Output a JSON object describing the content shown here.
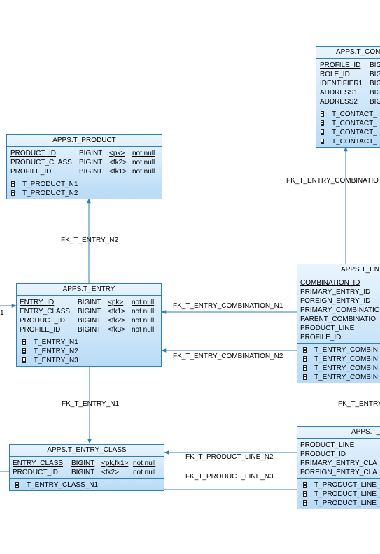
{
  "entities": {
    "contact": {
      "title": "APPS.T_CON",
      "columns": [
        {
          "name": "PROFILE_ID",
          "type": "BIG",
          "pk": true
        },
        {
          "name": "ROLE_ID",
          "type": "BIG"
        },
        {
          "name": "IDENTIFIER1",
          "type": "BIG"
        },
        {
          "name": "ADDRESS1",
          "type": "BIG"
        },
        {
          "name": "ADDRESS2",
          "type": "BIG"
        }
      ],
      "indexes": [
        "T_CONTACT_",
        "T_CONTACT_",
        "T_CONTACT_",
        "T_CONTACT_"
      ]
    },
    "product": {
      "title": "APPS.T_PRODUCT",
      "columns": [
        {
          "name": "PRODUCT_ID",
          "type": "BIGINT",
          "key": "<pk>",
          "null": "not null",
          "pk": true
        },
        {
          "name": "PRODUCT_CLASS",
          "type": "BIGINT",
          "key": "<fk2>",
          "null": "not null"
        },
        {
          "name": "PROFILE_ID",
          "type": "BIGINT",
          "key": "<fk1>",
          "null": "not null"
        }
      ],
      "indexes": [
        "T_PRODUCT_N1",
        "T_PRODUCT_N2"
      ]
    },
    "entry": {
      "title": "APPS.T_ENTRY",
      "columns": [
        {
          "name": "ENTRY_ID",
          "type": "BIGINT",
          "key": "<pk>",
          "null": "not null",
          "pk": true
        },
        {
          "name": "ENTRY_CLASS",
          "type": "BIGINT",
          "key": "<fk1>",
          "null": "not null"
        },
        {
          "name": "PRODUCT_ID",
          "type": "BIGINT",
          "key": "<fk2>",
          "null": "not null"
        },
        {
          "name": "PROFILE_ID",
          "type": "BIGINT",
          "key": "<fk3>",
          "null": "not null"
        }
      ],
      "indexes": [
        "T_ENTRY_N1",
        "T_ENTRY_N2",
        "T_ENTRY_N3"
      ]
    },
    "entry_class": {
      "title": "APPS.T_ENTRY_CLASS",
      "columns": [
        {
          "name": "ENTRY_CLASS",
          "type": "BIGINT",
          "key": "<pk,fk1>",
          "null": "not null",
          "pk": true
        },
        {
          "name": "PRODUCT_ID",
          "type": "BIGINT",
          "key": "<fk2>",
          "null": "not null"
        }
      ],
      "indexes": [
        "T_ENTRY_CLASS_N1"
      ]
    },
    "entry_combination": {
      "title": "APPS.T_EN",
      "columns": [
        {
          "name": "COMBINATION_ID",
          "pk": true
        },
        {
          "name": "PRIMARY_ENTRY_ID"
        },
        {
          "name": "FOREIGN_ENTRY_ID"
        },
        {
          "name": "PRIMARY_COMBINATIO"
        },
        {
          "name": "PARENT_COMBINATIO"
        },
        {
          "name": "PRODUCT_LINE"
        },
        {
          "name": "PROFILE_ID"
        }
      ],
      "indexes": [
        "T_ENTRY_COMBIN",
        "T_ENTRY_COMBIN",
        "T_ENTRY_COMBIN",
        "T_ENTRY_COMBIN"
      ]
    },
    "product_line": {
      "title": "APPS.T_",
      "columns": [
        {
          "name": "PRODUCT_LINE",
          "pk": true
        },
        {
          "name": "PRODUCT_ID"
        },
        {
          "name": "PRIMARY_ENTRY_CLA"
        },
        {
          "name": "FOREIGN_ENTRY_CLA"
        }
      ],
      "indexes": [
        "T_PRODUCT_LINE_",
        "T_PRODUCT_LINE_",
        "T_PRODUCT_LINE_"
      ]
    }
  },
  "relationships": {
    "fk_t_entry_combination_top": "FK_T_ENTRY_COMBINATIO",
    "fk_t_entry_n2": "FK_T_ENTRY_N2",
    "fk_t_entry_combination_n1": "FK_T_ENTRY_COMBINATION_N1",
    "fk_t_entry_combination_n2": "FK_T_ENTRY_COMBINATION_N2",
    "fk_t_entry_n1": "FK_T_ENTRY_N1",
    "fk_t_entry_right": "FK_T_ENTRY",
    "fk_t_product_line_n2": "FK_T_PRODUCT_LINE_N2",
    "fk_t_product_line_n3": "FK_T_PRODUCT_LINE_N3",
    "left_edge_label": "1"
  },
  "colors": {
    "line": "#2f7fb0",
    "entity_top": "#e9f4fd",
    "entity_bottom": "#b9dbf6"
  }
}
